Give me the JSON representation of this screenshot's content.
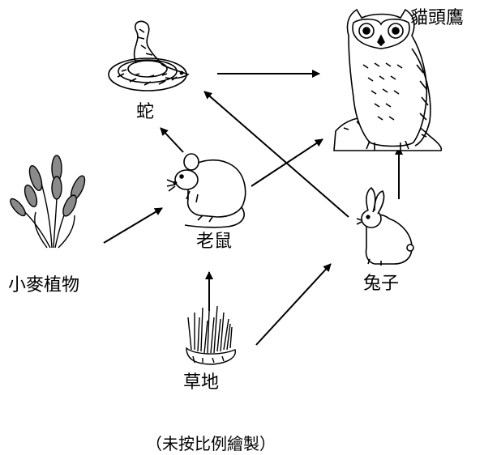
{
  "nodes": {
    "owl": "貓頭鷹",
    "snake": "蛇",
    "mouse": "老鼠",
    "wheat": "小麥植物",
    "rabbit": "兔子",
    "grass": "草地"
  },
  "edges": [
    {
      "from": "wheat",
      "to": "mouse"
    },
    {
      "from": "grass",
      "to": "mouse"
    },
    {
      "from": "grass",
      "to": "rabbit"
    },
    {
      "from": "mouse",
      "to": "snake"
    },
    {
      "from": "mouse",
      "to": "owl"
    },
    {
      "from": "rabbit",
      "to": "snake"
    },
    {
      "from": "rabbit",
      "to": "owl"
    },
    {
      "from": "snake",
      "to": "owl"
    }
  ],
  "note": "（未按比例繪製）",
  "icons": {
    "owl": "owl-icon",
    "snake": "snake-icon",
    "mouse": "mouse-icon",
    "wheat": "wheat-icon",
    "rabbit": "rabbit-icon",
    "grass": "grass-icon"
  }
}
